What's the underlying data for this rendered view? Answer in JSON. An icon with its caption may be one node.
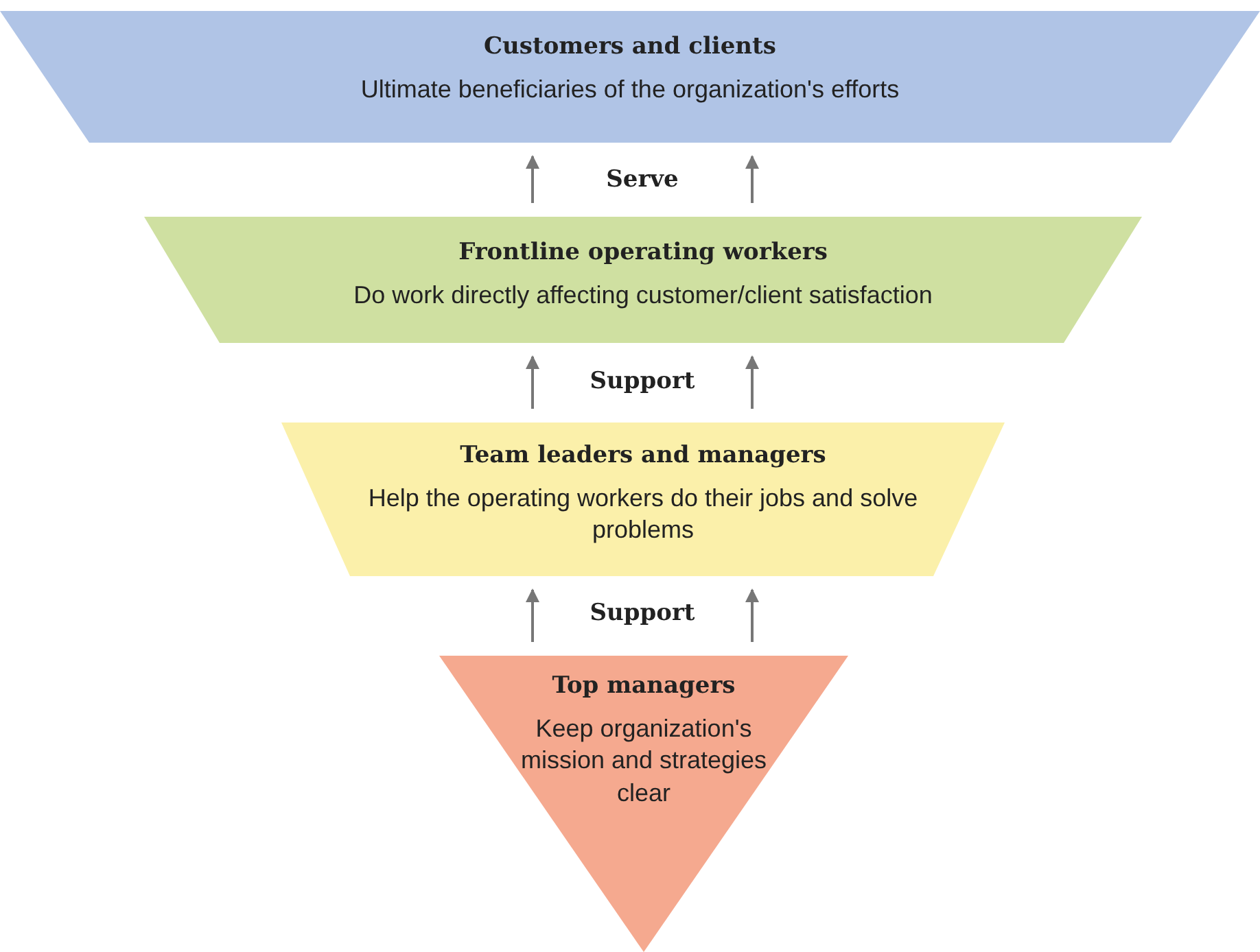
{
  "diagram": {
    "nodes": [
      {
        "text": [
          "Customers and clients",
          "Ultimate beneficiaries of the organization's efforts"
        ]
      },
      {
        "text": [
          "Frontline operating workers",
          "Do work directly affecting customer/client satisfaction"
        ]
      },
      {
        "text": [
          "Team leaders and managers",
          "Help the operating workers do their jobs and solve problems"
        ]
      },
      {
        "text": [
          "Top managers",
          "Keep organization's mission and strategies clear"
        ]
      }
    ],
    "edges": [
      {
        "from": 1,
        "to": 0,
        "arrow": "to"
      },
      {
        "from": 1,
        "to": 0,
        "arrow": "to"
      },
      {
        "from": 2,
        "to": 1,
        "arrow": "to"
      },
      {
        "from": 2,
        "to": 1,
        "arrow": "to"
      },
      {
        "from": 3,
        "to": 2,
        "arrow": "to"
      },
      {
        "from": 3,
        "to": 2,
        "arrow": "to"
      }
    ],
    "labels": [
      "Serve",
      "Support",
      "Support"
    ]
  }
}
